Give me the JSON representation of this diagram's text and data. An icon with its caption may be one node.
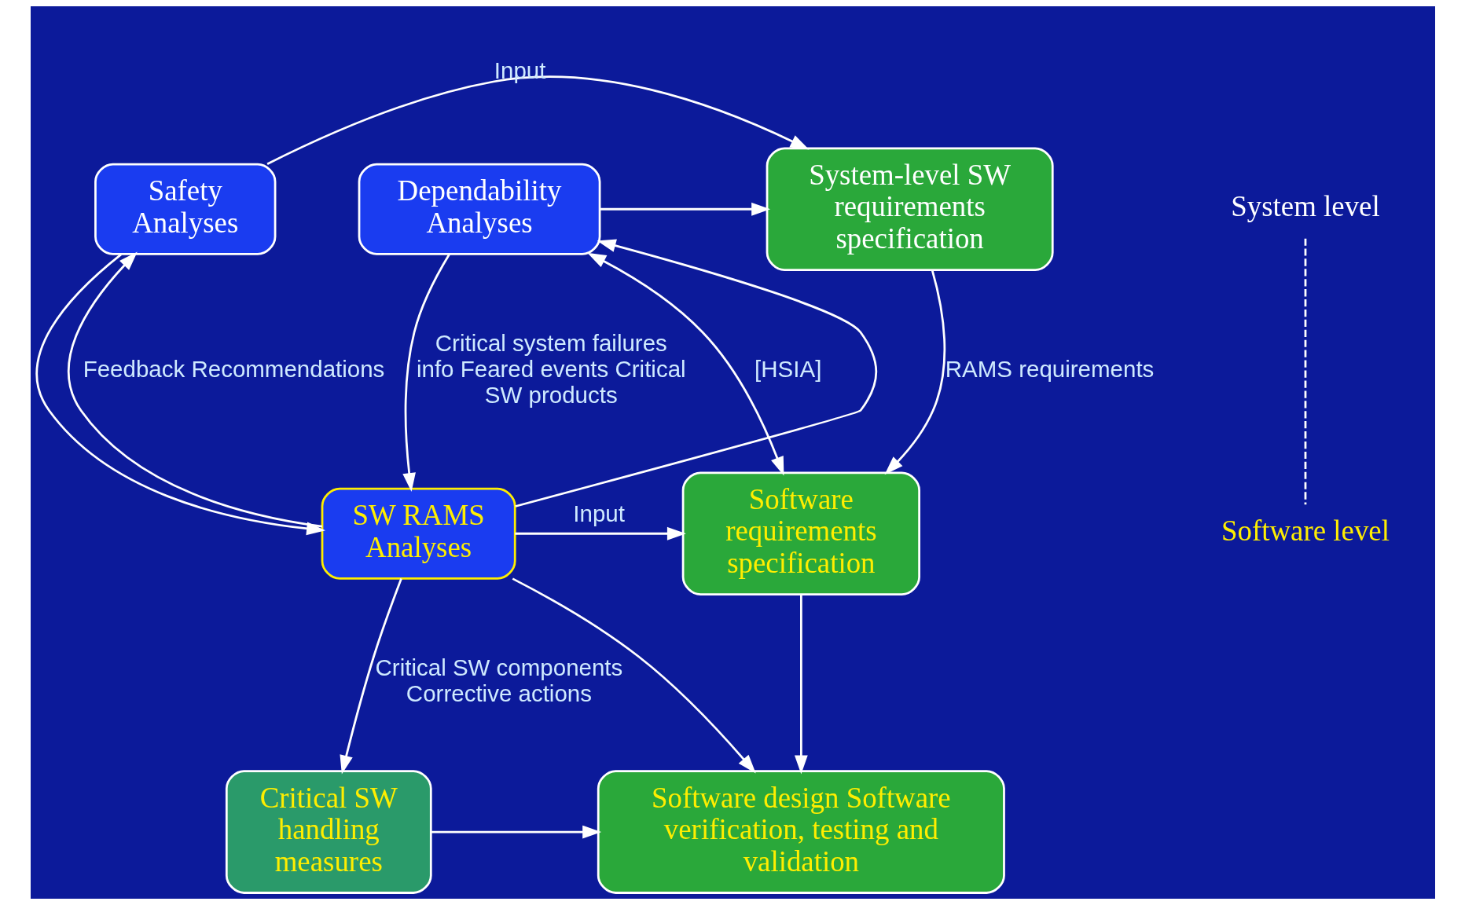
{
  "diagram": {
    "nodes": [
      {
        "text": [
          "Safety Analyses"
        ]
      },
      {
        "text": [
          "Dependability Analyses"
        ]
      },
      {
        "text": [
          "System-level SW requirements specification"
        ]
      },
      {
        "text": [
          "SW RAMS Analyses"
        ]
      },
      {
        "text": [
          "Software requirements specification"
        ]
      },
      {
        "text": [
          "Critical SW handling measures"
        ]
      },
      {
        "text": [
          "Software design Software verification, testing and validation"
        ]
      }
    ],
    "edges": [
      {
        "from": 0,
        "to": 2,
        "arrow": "to",
        "label": "Input"
      },
      {
        "from": 1,
        "to": 2,
        "arrow": "to"
      },
      {
        "from": 3,
        "to": 0,
        "arrow": "to",
        "label": "Feedback Recommendations"
      },
      {
        "from": 3,
        "to": 1,
        "arrow": "to"
      },
      {
        "from": 0,
        "to": 3,
        "arrow": "to"
      },
      {
        "from": 1,
        "to": 3,
        "arrow": "to",
        "label": "Critical system failures info Feared events Critical SW products"
      },
      {
        "from": 2,
        "to": 4,
        "arrow": "to",
        "label": "RAMS requirements"
      },
      {
        "from": 1,
        "to": 4,
        "arrow": "both",
        "label": "[HSIA]"
      },
      {
        "from": 3,
        "to": 4,
        "arrow": "to",
        "label": "Input"
      },
      {
        "from": 3,
        "to": 5,
        "arrow": "to",
        "label": "Critical SW components Corrective actions"
      },
      {
        "from": 3,
        "to": 6,
        "arrow": "to"
      },
      {
        "from": 4,
        "to": 6,
        "arrow": "to"
      },
      {
        "from": 5,
        "to": 6,
        "arrow": "to"
      }
    ],
    "labels": [
      "System level",
      "Software level"
    ]
  }
}
